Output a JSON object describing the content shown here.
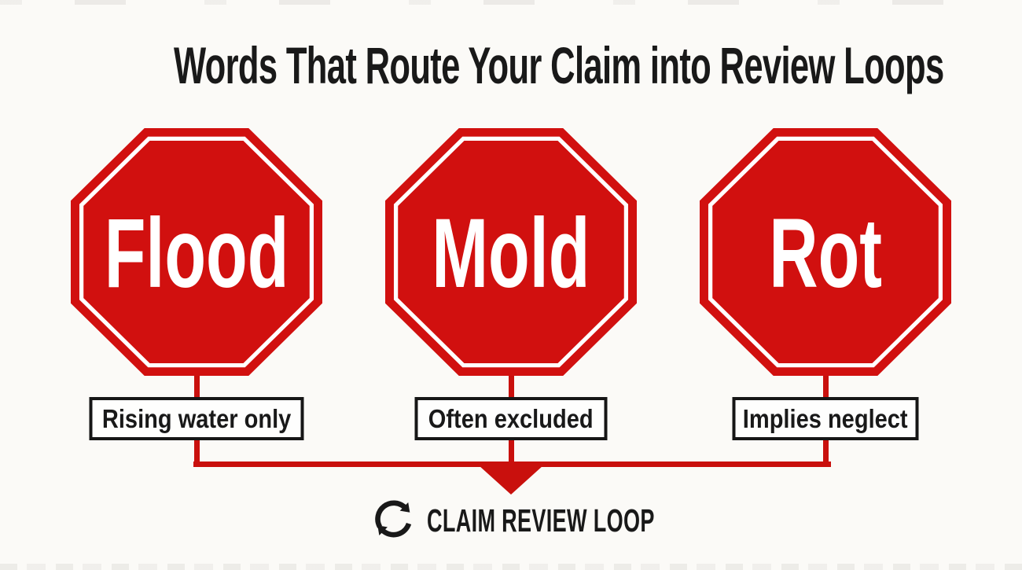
{
  "header": {
    "title": "Words That Route Your Claim into Review Loops"
  },
  "colors": {
    "background": "#fbfaf7",
    "sign_red": "#d1100f",
    "line_red": "#c9100d",
    "ink": "#191919",
    "sign_text": "#ffffff",
    "box_bg": "#fefefd",
    "box_border": "#161616"
  },
  "signs": [
    {
      "word": "Flood",
      "note": "Rising water only"
    },
    {
      "word": "Mold",
      "note": "Often excluded"
    },
    {
      "word": "Rot",
      "note": "Implies neglect"
    }
  ],
  "footer": {
    "icon": "cycle-arrows-icon",
    "label": "CLAIM REVIEW LOOP"
  }
}
